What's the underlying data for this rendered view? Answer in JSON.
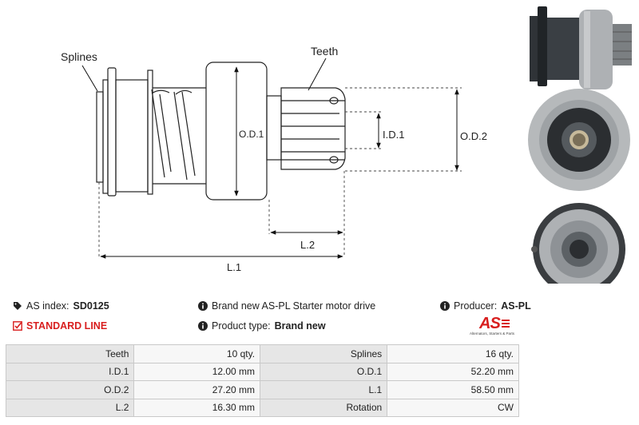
{
  "drawing": {
    "labels": {
      "splines": "Splines",
      "teeth": "Teeth",
      "od1": "O.D.1",
      "id1": "I.D.1",
      "od2": "O.D.2",
      "l2": "L.2",
      "l1": "L.1"
    }
  },
  "info": {
    "as_index_label": "AS index:",
    "as_index_value": "SD0125",
    "description": "Brand new AS-PL Starter motor drive",
    "producer_label": "Producer:",
    "producer_value": "AS-PL",
    "standard_line": "STANDARD LINE",
    "product_type_label": "Product type:",
    "product_type_value": "Brand new"
  },
  "logo": {
    "mark": "AS",
    "tagline": "Alternators, Starters & Parts"
  },
  "specs": [
    {
      "l1": "Teeth",
      "v1": "10 qty.",
      "l2": "Splines",
      "v2": "16 qty."
    },
    {
      "l1": "I.D.1",
      "v1": "12.00 mm",
      "l2": "O.D.1",
      "v2": "52.20 mm"
    },
    {
      "l1": "O.D.2",
      "v1": "27.20 mm",
      "l2": "L.1",
      "v2": "58.50 mm"
    },
    {
      "l1": "L.2",
      "v1": "16.30 mm",
      "l2": "Rotation",
      "v2": "CW"
    }
  ],
  "colors": {
    "accent_red": "#d81e1e",
    "label_cell": "#e6e6e6",
    "value_cell": "#f7f7f7"
  }
}
